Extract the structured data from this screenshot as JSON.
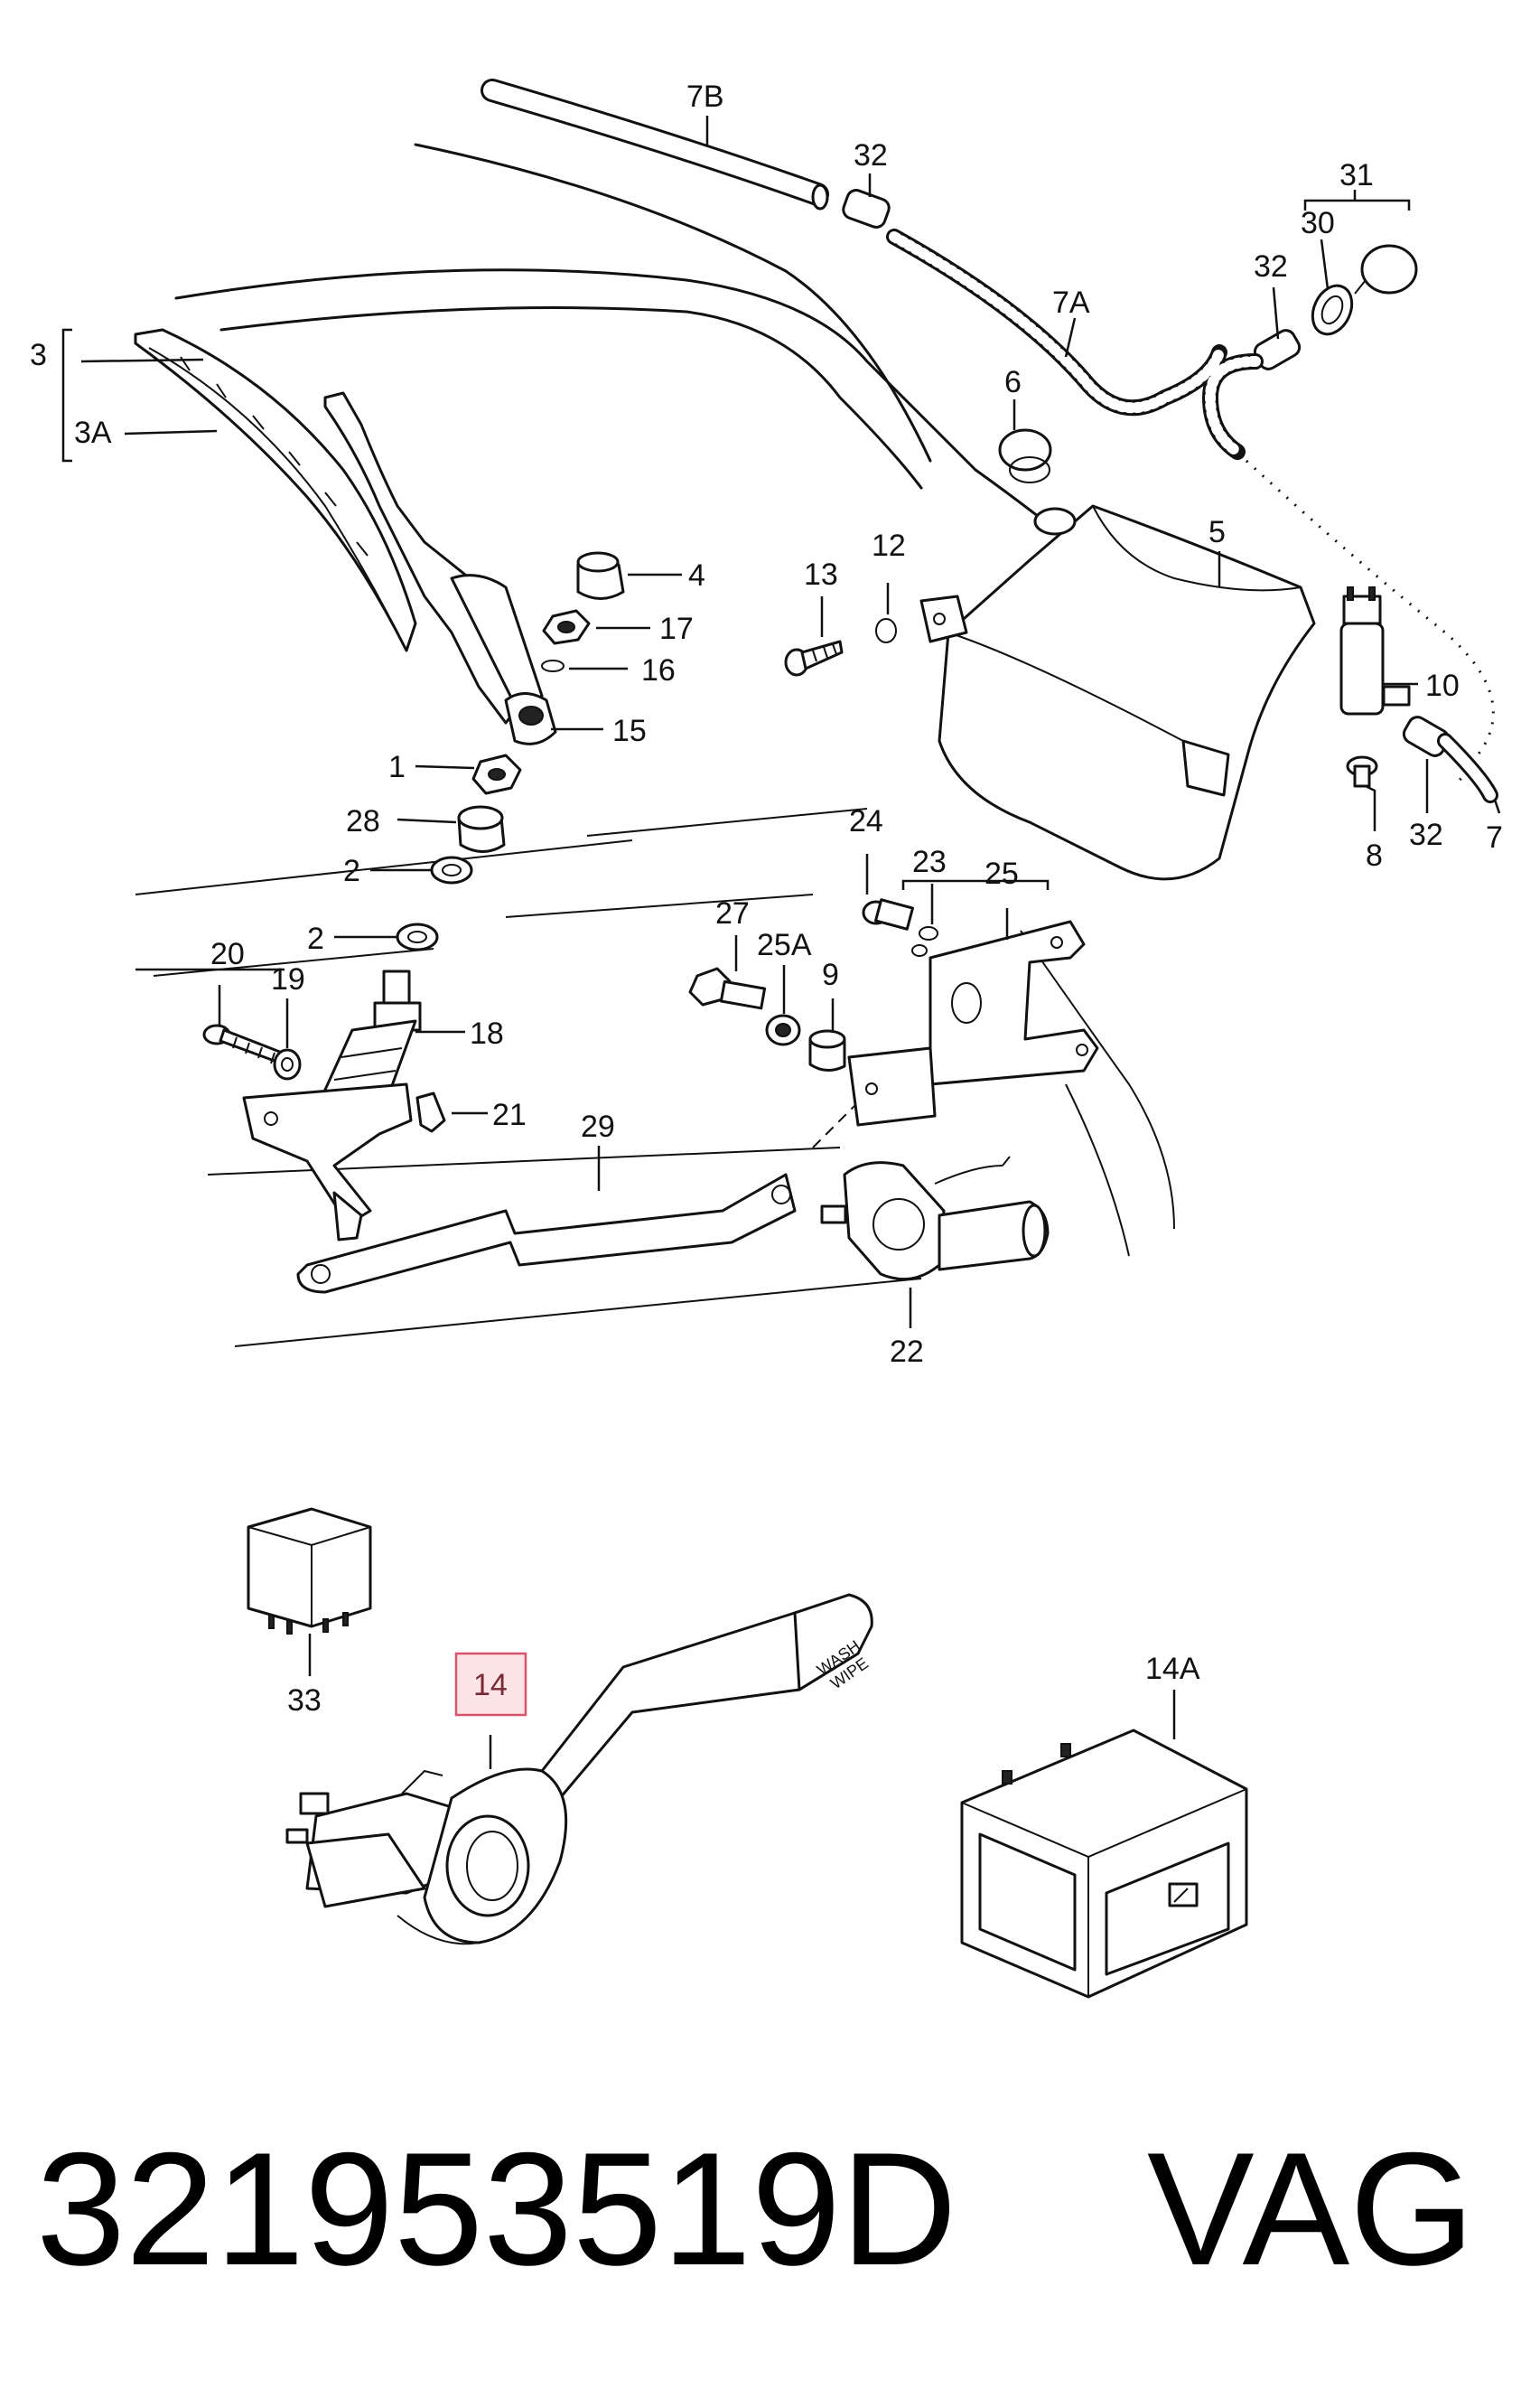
{
  "callouts": {
    "c7B": "7B",
    "c32a": "32",
    "c31": "31",
    "c30": "30",
    "c32b": "32",
    "c7A": "7A",
    "c3": "3",
    "c3A": "3A",
    "c6": "6",
    "c5": "5",
    "c4": "4",
    "c17": "17",
    "c16": "16",
    "c15": "15",
    "c13": "13",
    "c12": "12",
    "c10": "10",
    "c1": "1",
    "c28": "28",
    "c2a": "2",
    "c2b": "2",
    "c8": "8",
    "c32c": "32",
    "c7": "7",
    "c24": "24",
    "c23": "23",
    "c25": "25",
    "c27": "27",
    "c25A": "25A",
    "c9": "9",
    "c20": "20",
    "c19": "19",
    "c18": "18",
    "c21": "21",
    "c29": "29",
    "c22": "22",
    "c33": "33",
    "c14": "14",
    "c14A": "14A"
  },
  "lever_text": {
    "line1": "WASH",
    "line2": "WIPE"
  },
  "footer": {
    "part_number": "321953519D",
    "brand": "VAG"
  },
  "colors": {
    "highlight_fill": "#fbe3e6",
    "highlight_stroke": "#d9536a",
    "ink": "#111111"
  }
}
